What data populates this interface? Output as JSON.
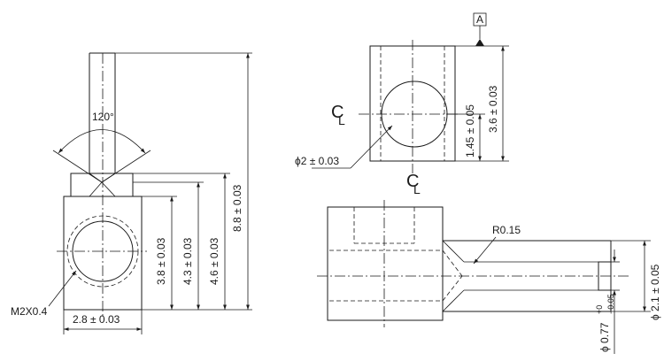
{
  "drawing": {
    "left_view": {
      "angle": "120°",
      "thread_label": "M2X0.4",
      "width_dim": "2.8 ± 0.03",
      "height_dims": [
        "3.8 ± 0.03",
        "4.3 ± 0.03",
        "4.6 ± 0.03",
        "8.8 ± 0.03"
      ]
    },
    "right_top_view": {
      "datum_label": "A",
      "centerline_symbol": "C",
      "centerline_sub": "L",
      "hole_dim": "ϕ2 ± 0.03",
      "height_dims": [
        "1.45 ± 0.05",
        "3.6 ± 0.03"
      ]
    },
    "right_bottom_view": {
      "radius_label": "R0.15",
      "tip_dim_main": "ϕ 0.77",
      "tip_dim_tol_upper": "+0",
      "tip_dim_tol_lower": "−0.05",
      "shaft_dim": "ϕ 2.1 ± 0.05"
    }
  }
}
